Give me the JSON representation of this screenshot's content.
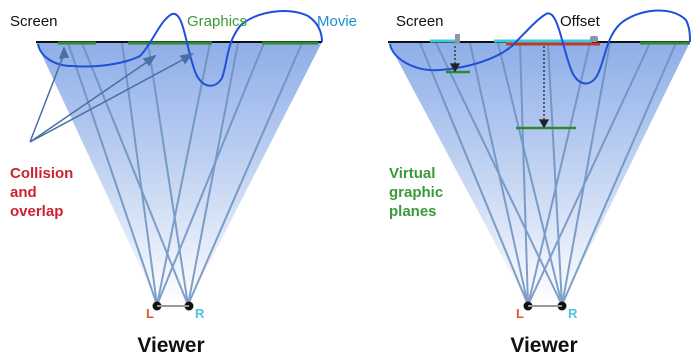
{
  "left_panel": {
    "screen_label": "Screen",
    "graphics_label": "Graphics",
    "movie_label": "Movie",
    "annotation_lines": [
      "Collision",
      "and",
      "overlap"
    ],
    "left_eye": "L",
    "right_eye": "R",
    "viewer_label": "Viewer"
  },
  "right_panel": {
    "screen_label": "Screen",
    "offset_label": "Offset",
    "annotation_lines": [
      "Virtual",
      "graphic",
      "planes"
    ],
    "left_eye": "L",
    "right_eye": "R",
    "viewer_label": "Viewer"
  },
  "colors": {
    "graphics_green": "#3a9a3a",
    "movie_blue": "#1a8fd0",
    "annotation_red": "#cc2233",
    "annotation_green": "#3a9a3a",
    "eye_left": "#e05a2a",
    "eye_right": "#4fc3e0",
    "ray": "#5b86b8",
    "curve": "#1f4fd6"
  }
}
